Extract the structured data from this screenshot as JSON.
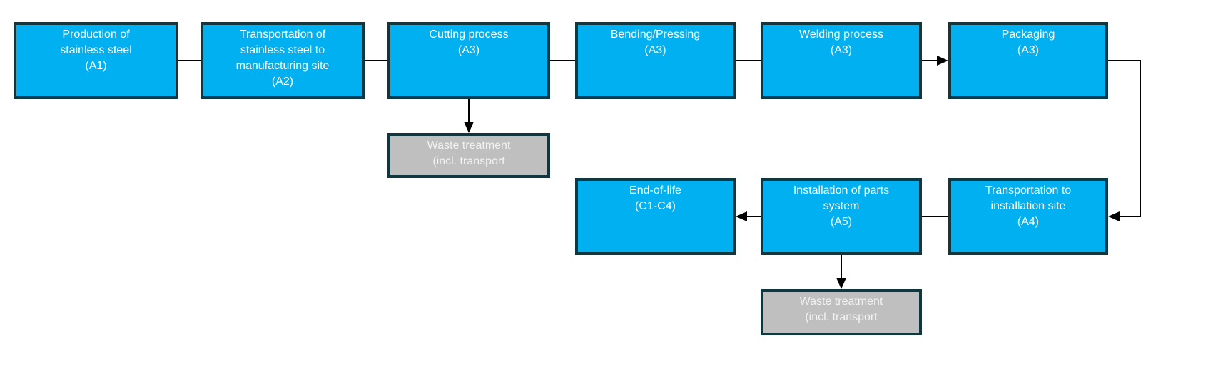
{
  "diagram": {
    "type": "flowchart",
    "description": "Life-cycle process flow of stainless steel parts from production (A1) through end-of-life (C1-C4)",
    "colors": {
      "process_fill": "#00b0f0",
      "waste_fill": "#bfbfbf",
      "box_border": "#0e3740",
      "process_text": "#ffffff",
      "waste_text": "#f2f2f2",
      "connector": "#000000",
      "background": "#ffffff"
    },
    "nodes": [
      {
        "id": "production-a1",
        "type": "process",
        "stage": "A1",
        "label": "Production of\nstainless steel\n(A1)"
      },
      {
        "id": "transport-manufacturing-a2",
        "type": "process",
        "stage": "A2",
        "label": "Transportation of\nstainless steel to\nmanufacturing site\n(A2)"
      },
      {
        "id": "cutting-a3",
        "type": "process",
        "stage": "A3",
        "label": "Cutting process\n(A3)"
      },
      {
        "id": "bending-pressing-a3",
        "type": "process",
        "stage": "A3",
        "label": "Bending/Pressing\n(A3)"
      },
      {
        "id": "welding-a3",
        "type": "process",
        "stage": "A3",
        "label": "Welding process\n(A3)"
      },
      {
        "id": "packaging-a3",
        "type": "process",
        "stage": "A3",
        "label": "Packaging\n(A3)"
      },
      {
        "id": "waste-treatment-1",
        "type": "waste",
        "stage": "",
        "label": "Waste treatment\n(incl. transport"
      },
      {
        "id": "end-of-life-c1-c4",
        "type": "process",
        "stage": "C1-C4",
        "label": "End-of-life\n(C1-C4)"
      },
      {
        "id": "installation-a5",
        "type": "process",
        "stage": "A5",
        "label": "Installation of parts\nsystem\n(A5)"
      },
      {
        "id": "transport-installation-a4",
        "type": "process",
        "stage": "A4",
        "label": "Transportation to\ninstallation site\n(A4)"
      },
      {
        "id": "waste-treatment-2",
        "type": "waste",
        "stage": "",
        "label": "Waste treatment\n(incl. transport"
      }
    ],
    "edges": [
      {
        "from": "production-a1",
        "to": "transport-manufacturing-a2",
        "style": "line"
      },
      {
        "from": "transport-manufacturing-a2",
        "to": "cutting-a3",
        "style": "line"
      },
      {
        "from": "cutting-a3",
        "to": "bending-pressing-a3",
        "style": "line"
      },
      {
        "from": "bending-pressing-a3",
        "to": "welding-a3",
        "style": "line"
      },
      {
        "from": "welding-a3",
        "to": "packaging-a3",
        "style": "arrow"
      },
      {
        "from": "cutting-a3",
        "to": "waste-treatment-1",
        "style": "arrow-down"
      },
      {
        "from": "packaging-a3",
        "to": "transport-installation-a4",
        "style": "arrow-elbow"
      },
      {
        "from": "transport-installation-a4",
        "to": "installation-a5",
        "style": "line"
      },
      {
        "from": "installation-a5",
        "to": "end-of-life-c1-c4",
        "style": "arrow"
      },
      {
        "from": "installation-a5",
        "to": "waste-treatment-2",
        "style": "arrow-down"
      }
    ]
  }
}
